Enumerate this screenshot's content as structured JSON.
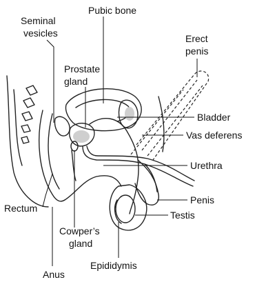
{
  "labels": {
    "seminal_vesicles_1": "Seminal",
    "seminal_vesicles_2": "vesicles",
    "pubic_bone": "Pubic bone",
    "erect_penis_1": "Erect",
    "erect_penis_2": "penis",
    "prostate_1": "Prostate",
    "prostate_2": "gland",
    "bladder": "Bladder",
    "vas_deferens": "Vas deferens",
    "urethra": "Urethra",
    "penis": "Penis",
    "rectum": "Rectum",
    "testis": "Testis",
    "cowpers_1": "Cowper’s",
    "cowpers_2": "gland",
    "epididymis": "Epididymis",
    "anus": "Anus"
  },
  "colors": {
    "ink": "#222222",
    "shade": "#cfcfcf",
    "background": "#ffffff"
  }
}
